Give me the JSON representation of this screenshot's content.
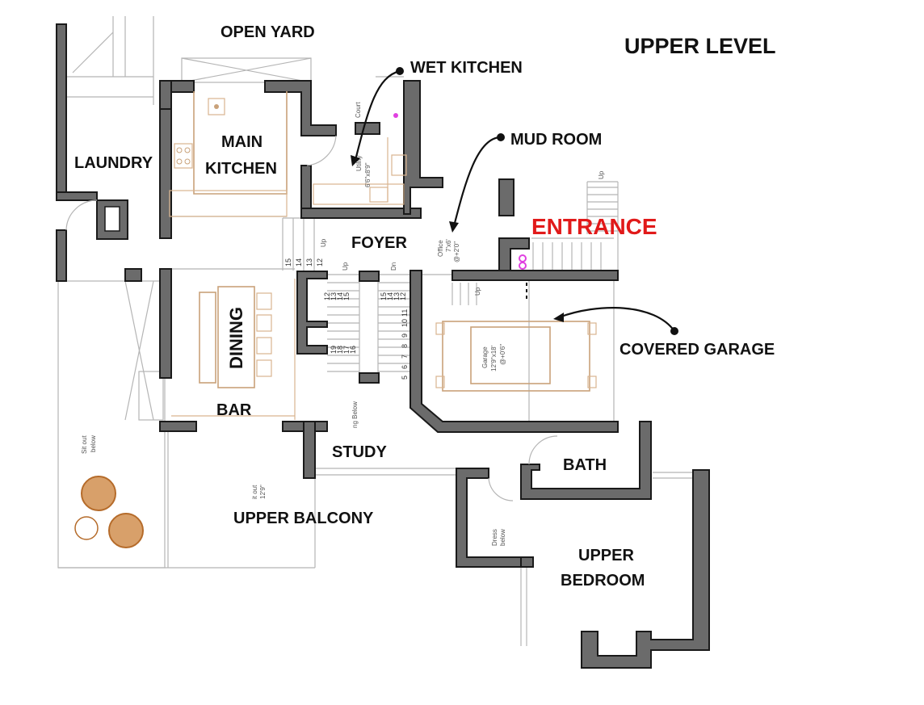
{
  "title": "UPPER LEVEL",
  "entrance_label": "ENTRANCE",
  "entrance_color": "#e11a1a",
  "rooms": {
    "open_yard": "OPEN YARD",
    "wet_kitchen": "WET KITCHEN",
    "mud_room": "MUD ROOM",
    "laundry": "LAUNDRY",
    "main_kitchen_1": "MAIN",
    "main_kitchen_2": "KITCHEN",
    "foyer": "FOYER",
    "dining": "DINING",
    "bar": "BAR",
    "covered_garage": "COVERED GARAGE",
    "study": "STUDY",
    "bath": "BATH",
    "upper_balcony": "UPPER BALCONY",
    "upper_bedroom_1": "UPPER",
    "upper_bedroom_2": "BEDROOM"
  },
  "small_notes": {
    "court": "Court",
    "utility": "Utility",
    "utility_dim": "6'6\"x8'9\"",
    "office": "Office",
    "office_dim": "7'x6'",
    "office_lvl": "@+2'0\"",
    "garage": "Garage",
    "garage_dim": "12'9\"x18'",
    "garage_lvl": "@+0'6\"",
    "sit_out": "Sit out",
    "below": "below",
    "dress": "Dress",
    "dress_below": "below",
    "balcony_note": "it out",
    "balcony_dim": "12'9\"",
    "up": "Up",
    "dn": "Dn",
    "ng_below": "ng Below"
  },
  "stair_numbers": {
    "top_run": [
      "15",
      "14",
      "13",
      "12"
    ],
    "left_run": [
      "15",
      "14",
      "13",
      "12",
      "16",
      "17",
      "18",
      "19"
    ],
    "right_run": [
      "15",
      "14",
      "13",
      "12",
      "11",
      "10",
      "9",
      "8",
      "7",
      "6",
      "5"
    ]
  }
}
